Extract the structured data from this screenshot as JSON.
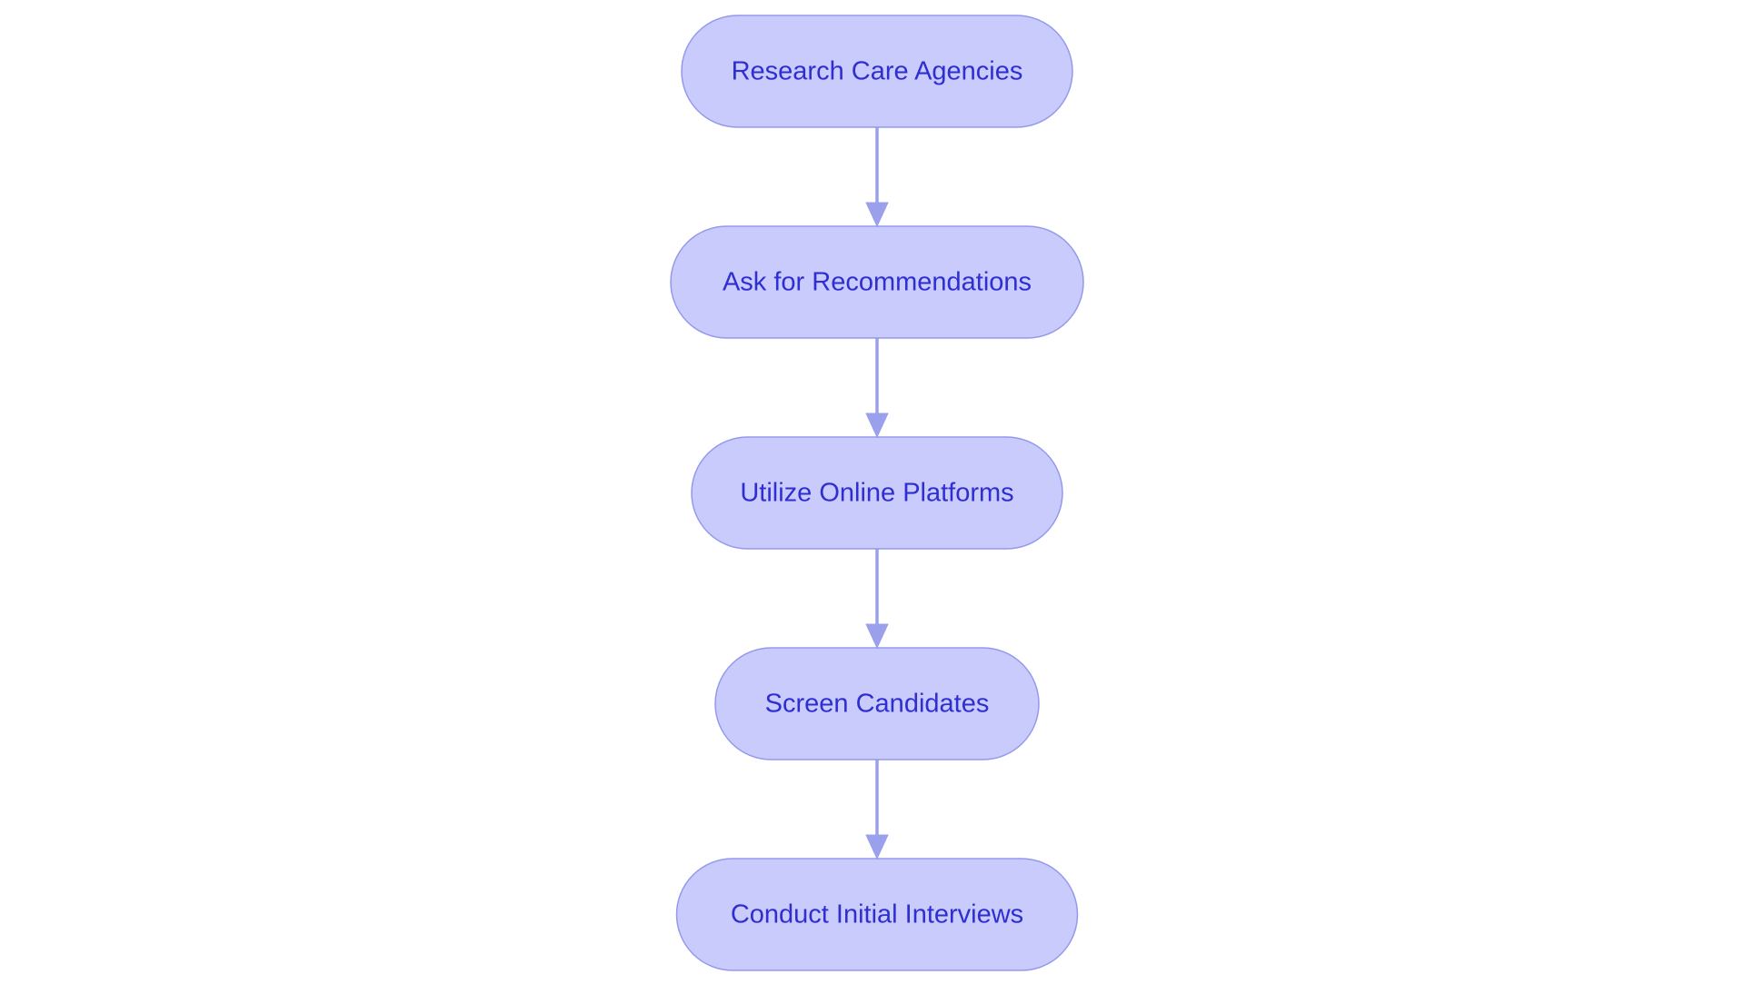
{
  "diagram": {
    "type": "flowchart",
    "direction": "top-to-bottom",
    "nodes": [
      {
        "id": "n1",
        "label": "Research Care Agencies"
      },
      {
        "id": "n2",
        "label": "Ask for Recommendations"
      },
      {
        "id": "n3",
        "label": "Utilize Online Platforms"
      },
      {
        "id": "n4",
        "label": "Screen Candidates"
      },
      {
        "id": "n5",
        "label": "Conduct Initial Interviews"
      }
    ],
    "edges": [
      {
        "from": "n1",
        "to": "n2"
      },
      {
        "from": "n2",
        "to": "n3"
      },
      {
        "from": "n3",
        "to": "n4"
      },
      {
        "from": "n4",
        "to": "n5"
      }
    ],
    "colors": {
      "node_fill": "#c9cbfc",
      "node_stroke": "#9499ec",
      "node_text": "#2e2ed1",
      "edge": "#9ba0ec",
      "background": "#ffffff"
    }
  }
}
